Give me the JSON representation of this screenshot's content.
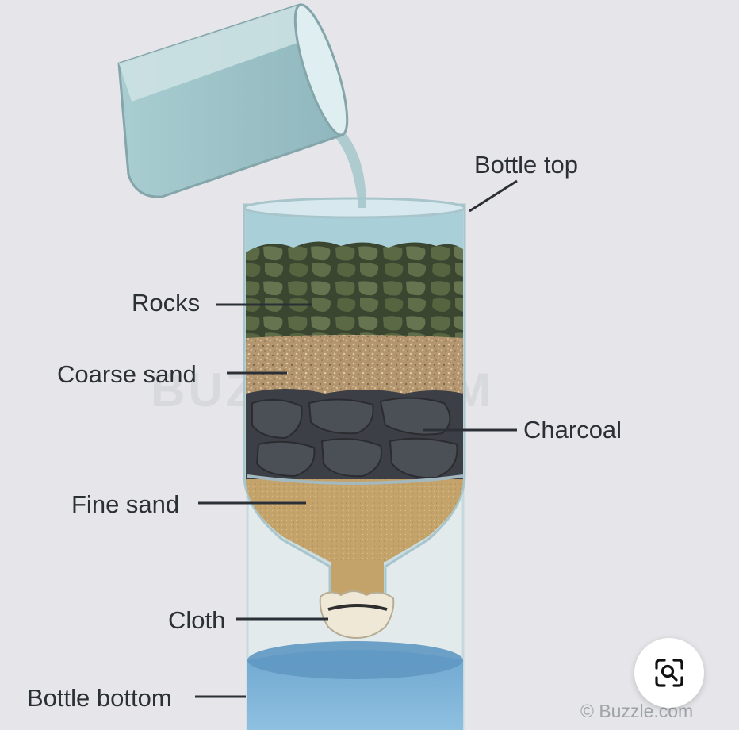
{
  "labels": {
    "bottle_top": "Bottle top",
    "rocks": "Rocks",
    "coarse_sand": "Coarse sand",
    "charcoal": "Charcoal",
    "fine_sand": "Fine sand",
    "cloth": "Cloth",
    "bottle_bottom": "Bottle bottom"
  },
  "watermark": "BUZZLE.COM",
  "credit": "© Buzzle.com",
  "lens_button": {
    "icon": "image-search-icon"
  },
  "colors": {
    "background": "#e6e6ea",
    "water": "#7fb3d6",
    "rocks": "#4e5c3a",
    "coarse_sand": "#b89a6e",
    "charcoal": "#3f4248",
    "fine_sand": "#c7a56a",
    "cloth": "#efe8d6",
    "bottle_glass": "#bcd6dd"
  }
}
